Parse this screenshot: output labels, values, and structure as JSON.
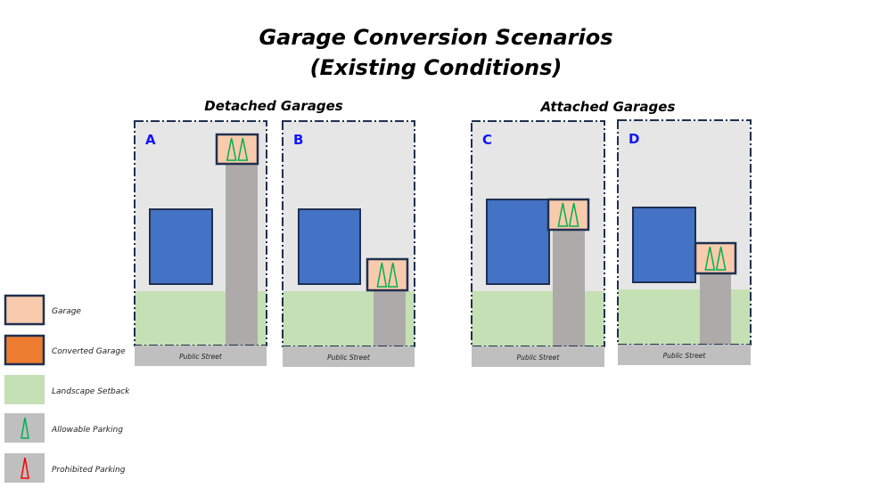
{
  "title_line1": "Garage Conversion Scenarios",
  "title_line2": "(Existing Conditions)",
  "groups": {
    "detached": "Detached Garages",
    "attached": "Attached Garages"
  },
  "lots": [
    {
      "label": "A",
      "street": "Public Street",
      "allowable_spaces": 2
    },
    {
      "label": "B",
      "street": "Public Street",
      "allowable_spaces": 2
    },
    {
      "label": "C",
      "street": "Public Street",
      "allowable_spaces": 2
    },
    {
      "label": "D",
      "street": "Public Street",
      "allowable_spaces": 2
    }
  ],
  "legend": [
    {
      "label": "Garage",
      "icon": "garage-swatch"
    },
    {
      "label": "Converted Garage",
      "icon": "converted-garage-swatch"
    },
    {
      "label": "Landscape Setback",
      "icon": "landscape-swatch"
    },
    {
      "label": "Allowable Parking",
      "icon": "allowable-parking-icon"
    },
    {
      "label": "Prohibited Parking",
      "icon": "prohibited-parking-icon"
    }
  ],
  "colors": {
    "lot": "#e6e6e6",
    "border": "#1f3050",
    "house": "#4472c4",
    "garage": "#f8cbad",
    "converted": "#ed7d31",
    "landscape": "#c5e0b4",
    "driveway": "#aeaaaa",
    "street": "#bfbfbf",
    "allowable": "#00b050",
    "prohibited": "#ff0000"
  }
}
